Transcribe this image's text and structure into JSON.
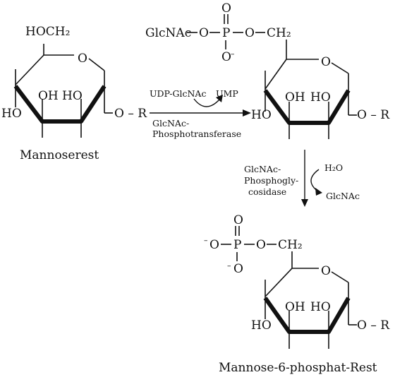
{
  "substrate": {
    "group_top": "HOCH₂",
    "ring_o": "O",
    "oh_left": "OH",
    "oh_right": "HO",
    "ho_bottom": "HO",
    "o_r": "O – R",
    "caption": "Mannoserest"
  },
  "intermediate": {
    "glcnac": "GlcNAc",
    "o1": "O",
    "p": "P",
    "o2": "O",
    "ch2": "CH₂",
    "p_o_top": "O",
    "p_o_bottom": "O",
    "minus": "–",
    "ring_o": "O",
    "oh_left": "OH",
    "oh_right": "HO",
    "ho_bottom": "HO",
    "o_r": "O – R"
  },
  "reaction1": {
    "cofactor_in": "UDP-GlcNAc",
    "cofactor_out": "UMP",
    "enzyme_line1": "GlcNAc-",
    "enzyme_line2": "Phosphotransferase"
  },
  "reaction2": {
    "enzyme_line1": "GlcNAc-",
    "enzyme_line2": "Phosphogly-",
    "enzyme_line3": "cosidase",
    "water": "H₂O",
    "product": "GlcNAc"
  },
  "product": {
    "minus_left": "–",
    "o_left": "O",
    "p": "P",
    "o_bridge": "O",
    "ch2": "CH₂",
    "p_o_top": "O",
    "p_o_bottom": "O",
    "minus_bottom": "–",
    "ring_o": "O",
    "oh_left": "OH",
    "oh_right": "HO",
    "ho_bottom": "HO",
    "o_r": "O – R",
    "caption": "Mannose-6-phosphat-Rest"
  }
}
